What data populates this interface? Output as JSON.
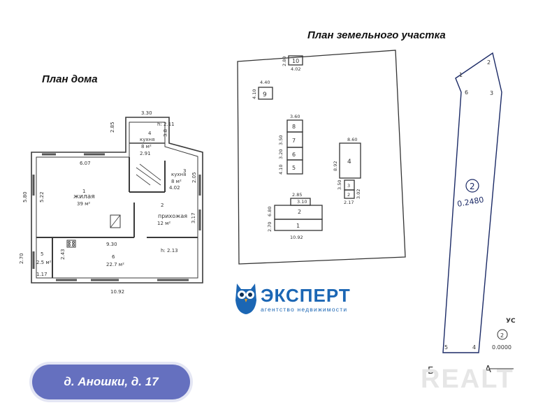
{
  "titles": {
    "house": "План дома",
    "plot": "План земельного участка"
  },
  "house": {
    "top_width": "3.30",
    "top_height": "2.85",
    "kitchen4_line1": "4",
    "kitchen4_line2": "кухня",
    "kitchen4_area": "8 м²",
    "kitchen4_h": "h: 2.11",
    "kitchen4_w": "2.91",
    "kitchen4_d": "3.8",
    "main_width": "6.07",
    "left_total": "5.80",
    "room1_depth": "5.22",
    "room1_num": "1",
    "room1_name": "жилая",
    "room1_area": "39 м²",
    "kitchen3_num": "3",
    "kitchen3_name": "кухня",
    "kitchen3_area": "8 м²",
    "kitchen3_w": "4.02",
    "kitchen3_d": "2.05",
    "room2_num": "2",
    "room2_name": "прихожая",
    "room2_area": "12 м²",
    "room2_d": "3.17",
    "mid_width": "9.30",
    "height_label": "h: 2.13",
    "room5_num": "5",
    "room5_area": "2.5 м²",
    "room5_w": "1.17",
    "left_small": "2.70",
    "mid_small": "2.43",
    "room6_num": "6",
    "room6_area": "22.7 м²",
    "bottom_width": "10.92"
  },
  "plot": {
    "b10": "10",
    "b10_w": "4.02",
    "b10_h": "2.80",
    "b9": "9",
    "b9_w": "4.40",
    "b9_h": "4.10",
    "b8": "8",
    "b8_w": "3.60",
    "b7": "7",
    "b6": "6",
    "b5": "5",
    "stack_h1": "3.50",
    "stack_h2": "3.20",
    "stack_h3": "4.10",
    "b4": "4",
    "b4_w": "8.60",
    "b4_h": "8.92",
    "b3": "3",
    "b2": "2",
    "b3_h": "3.50",
    "b2_h": "3.02",
    "b2_w": "2.17",
    "house2_small": "2",
    "house1": "1",
    "house_w": "10.92",
    "house_h1": "6.80",
    "house_h2": "2.70",
    "house_top": "3.10",
    "house_top2": "2.85"
  },
  "parcel": {
    "pts": [
      "1",
      "2",
      "3",
      "4",
      "5",
      "6"
    ],
    "number": "2",
    "area": "0.2480",
    "corner_b": "Б",
    "corner_a": "А"
  },
  "legend": {
    "title": "УС",
    "num": "2",
    "area": "0.0000"
  },
  "brand": {
    "name": "ЭКСПЕРТ",
    "sub": "агентство недвижимости",
    "accent": "#1b66b4"
  },
  "address": "д. Аношки, д. 17",
  "watermark": "REALT"
}
